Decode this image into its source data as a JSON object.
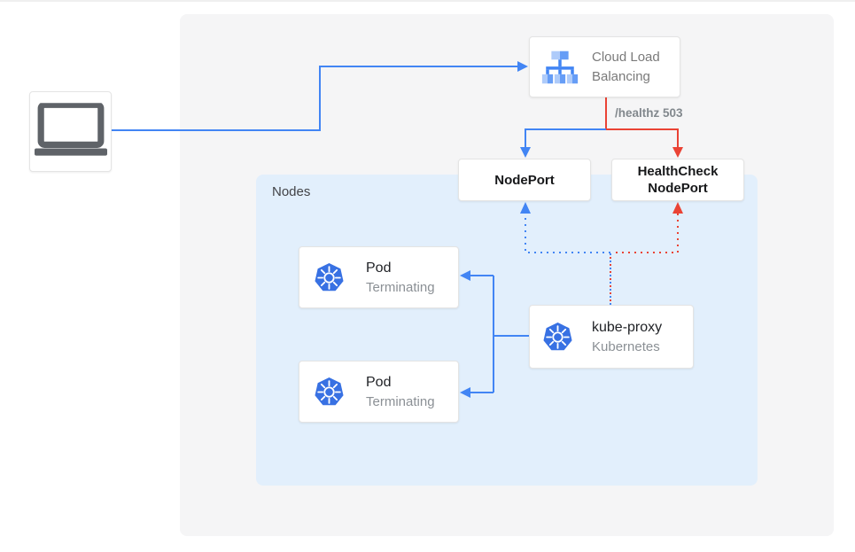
{
  "labels": {
    "nodes": "Nodes",
    "healthz": "/healthz 503"
  },
  "boxes": {
    "client": {
      "icon": "laptop-icon"
    },
    "cloud_load_balancing": {
      "icon": "load-balancer-icon",
      "line1": "Cloud Load",
      "line2": "Balancing"
    },
    "nodeport": {
      "label": "NodePort"
    },
    "healthcheck_nodeport": {
      "line1": "HealthCheck",
      "line2": "NodePort"
    },
    "pods": [
      {
        "icon": "kubernetes-icon",
        "title": "Pod",
        "subtitle": "Terminating"
      },
      {
        "icon": "kubernetes-icon",
        "title": "Pod",
        "subtitle": "Terminating"
      }
    ],
    "kube_proxy": {
      "icon": "kubernetes-icon",
      "title": "kube-proxy",
      "subtitle": "Kubernetes"
    }
  },
  "edges": [
    {
      "from": "client",
      "to": "cloud-load-balancing",
      "style": "solid",
      "color": "blue"
    },
    {
      "from": "cloud-load-balancing",
      "to": "nodeport",
      "style": "solid",
      "color": "blue"
    },
    {
      "from": "cloud-load-balancing",
      "to": "healthcheck-nodeport",
      "style": "solid",
      "color": "red",
      "label": "/healthz 503"
    },
    {
      "from": "kube-proxy",
      "to": "nodeport",
      "style": "dotted",
      "color": "blue"
    },
    {
      "from": "kube-proxy",
      "to": "healthcheck-nodeport",
      "style": "dotted",
      "color": "red"
    },
    {
      "from": "kube-proxy",
      "to": "pod-1",
      "style": "solid",
      "color": "blue"
    },
    {
      "from": "kube-proxy",
      "to": "pod-2",
      "style": "solid",
      "color": "blue"
    }
  ],
  "colors": {
    "blue": "#4285f4",
    "red": "#ea4335",
    "nodes_bg": "#e2effc",
    "panel_bg": "#f5f5f6",
    "kubernetes_blue": "#3871e3",
    "icon_gray": "#5f6368",
    "gray_text": "#82888d",
    "light_blue_icon": "#aecbfa",
    "mid_blue_icon": "#669df6"
  }
}
